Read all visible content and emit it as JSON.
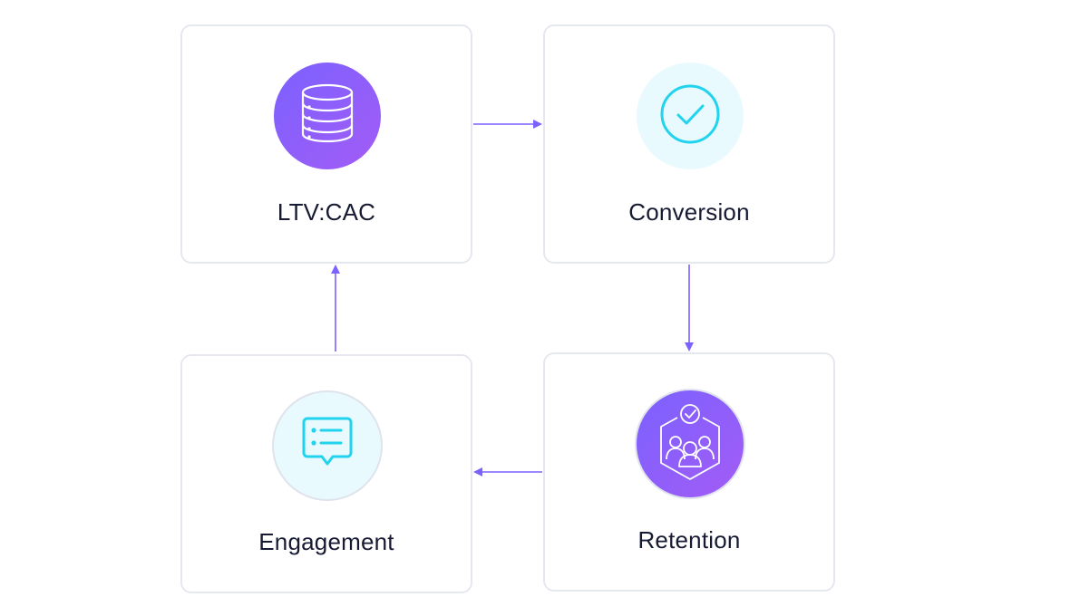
{
  "cards": {
    "ltv_cac": {
      "label": "LTV:CAC",
      "icon": "database-icon"
    },
    "conversion": {
      "label": "Conversion",
      "icon": "check-circle-icon"
    },
    "retention": {
      "label": "Retention",
      "icon": "team-hexagon-icon"
    },
    "engagement": {
      "label": "Engagement",
      "icon": "chat-list-icon"
    }
  },
  "colors": {
    "accent": "#7b61ff",
    "accent_gradient_end": "#a35cf5",
    "cyan_icon": "#22d3ee",
    "icon_bg_light": "#e8fafd",
    "card_border": "#e6e8f0",
    "label_text": "#161b33"
  },
  "flow": [
    "LTV:CAC",
    "Conversion",
    "Retention",
    "Engagement",
    "LTV:CAC"
  ]
}
